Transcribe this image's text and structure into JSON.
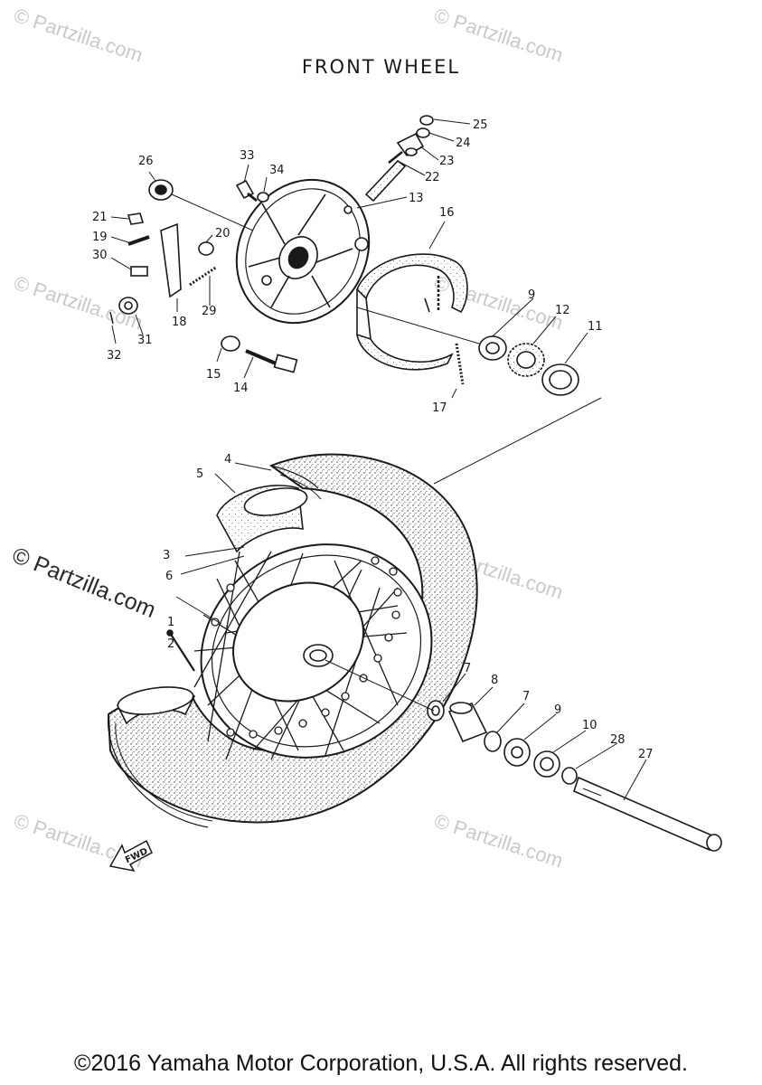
{
  "title": "FRONT WHEEL",
  "copyright": "©2016 Yamaha Motor Corporation, U.S.A. All rights reserved.",
  "watermark": "© Partzilla.com",
  "fwd_label": "FWD",
  "callouts": [
    "1",
    "2",
    "3",
    "4",
    "5",
    "6",
    "7",
    "7",
    "8",
    "9",
    "9",
    "10",
    "11",
    "12",
    "13",
    "14",
    "15",
    "16",
    "17",
    "18",
    "19",
    "20",
    "21",
    "22",
    "23",
    "24",
    "25",
    "26",
    "27",
    "28",
    "29",
    "30",
    "31",
    "32",
    "33",
    "34"
  ],
  "colors": {
    "ink": "#1a1a1a",
    "watermark": "#c9c9c9",
    "background": "#ffffff"
  }
}
